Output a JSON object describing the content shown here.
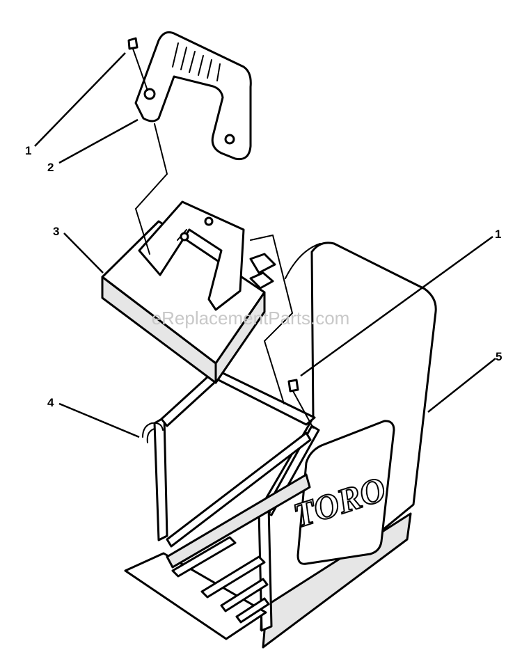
{
  "watermark": "eReplacementParts.com",
  "brand_logo_text": "TORO",
  "callouts": [
    {
      "id": "callout-1-top",
      "label": "1"
    },
    {
      "id": "callout-2",
      "label": "2"
    },
    {
      "id": "callout-3",
      "label": "3"
    },
    {
      "id": "callout-1-right",
      "label": "1"
    },
    {
      "id": "callout-4",
      "label": "4"
    },
    {
      "id": "callout-5",
      "label": "5"
    }
  ]
}
